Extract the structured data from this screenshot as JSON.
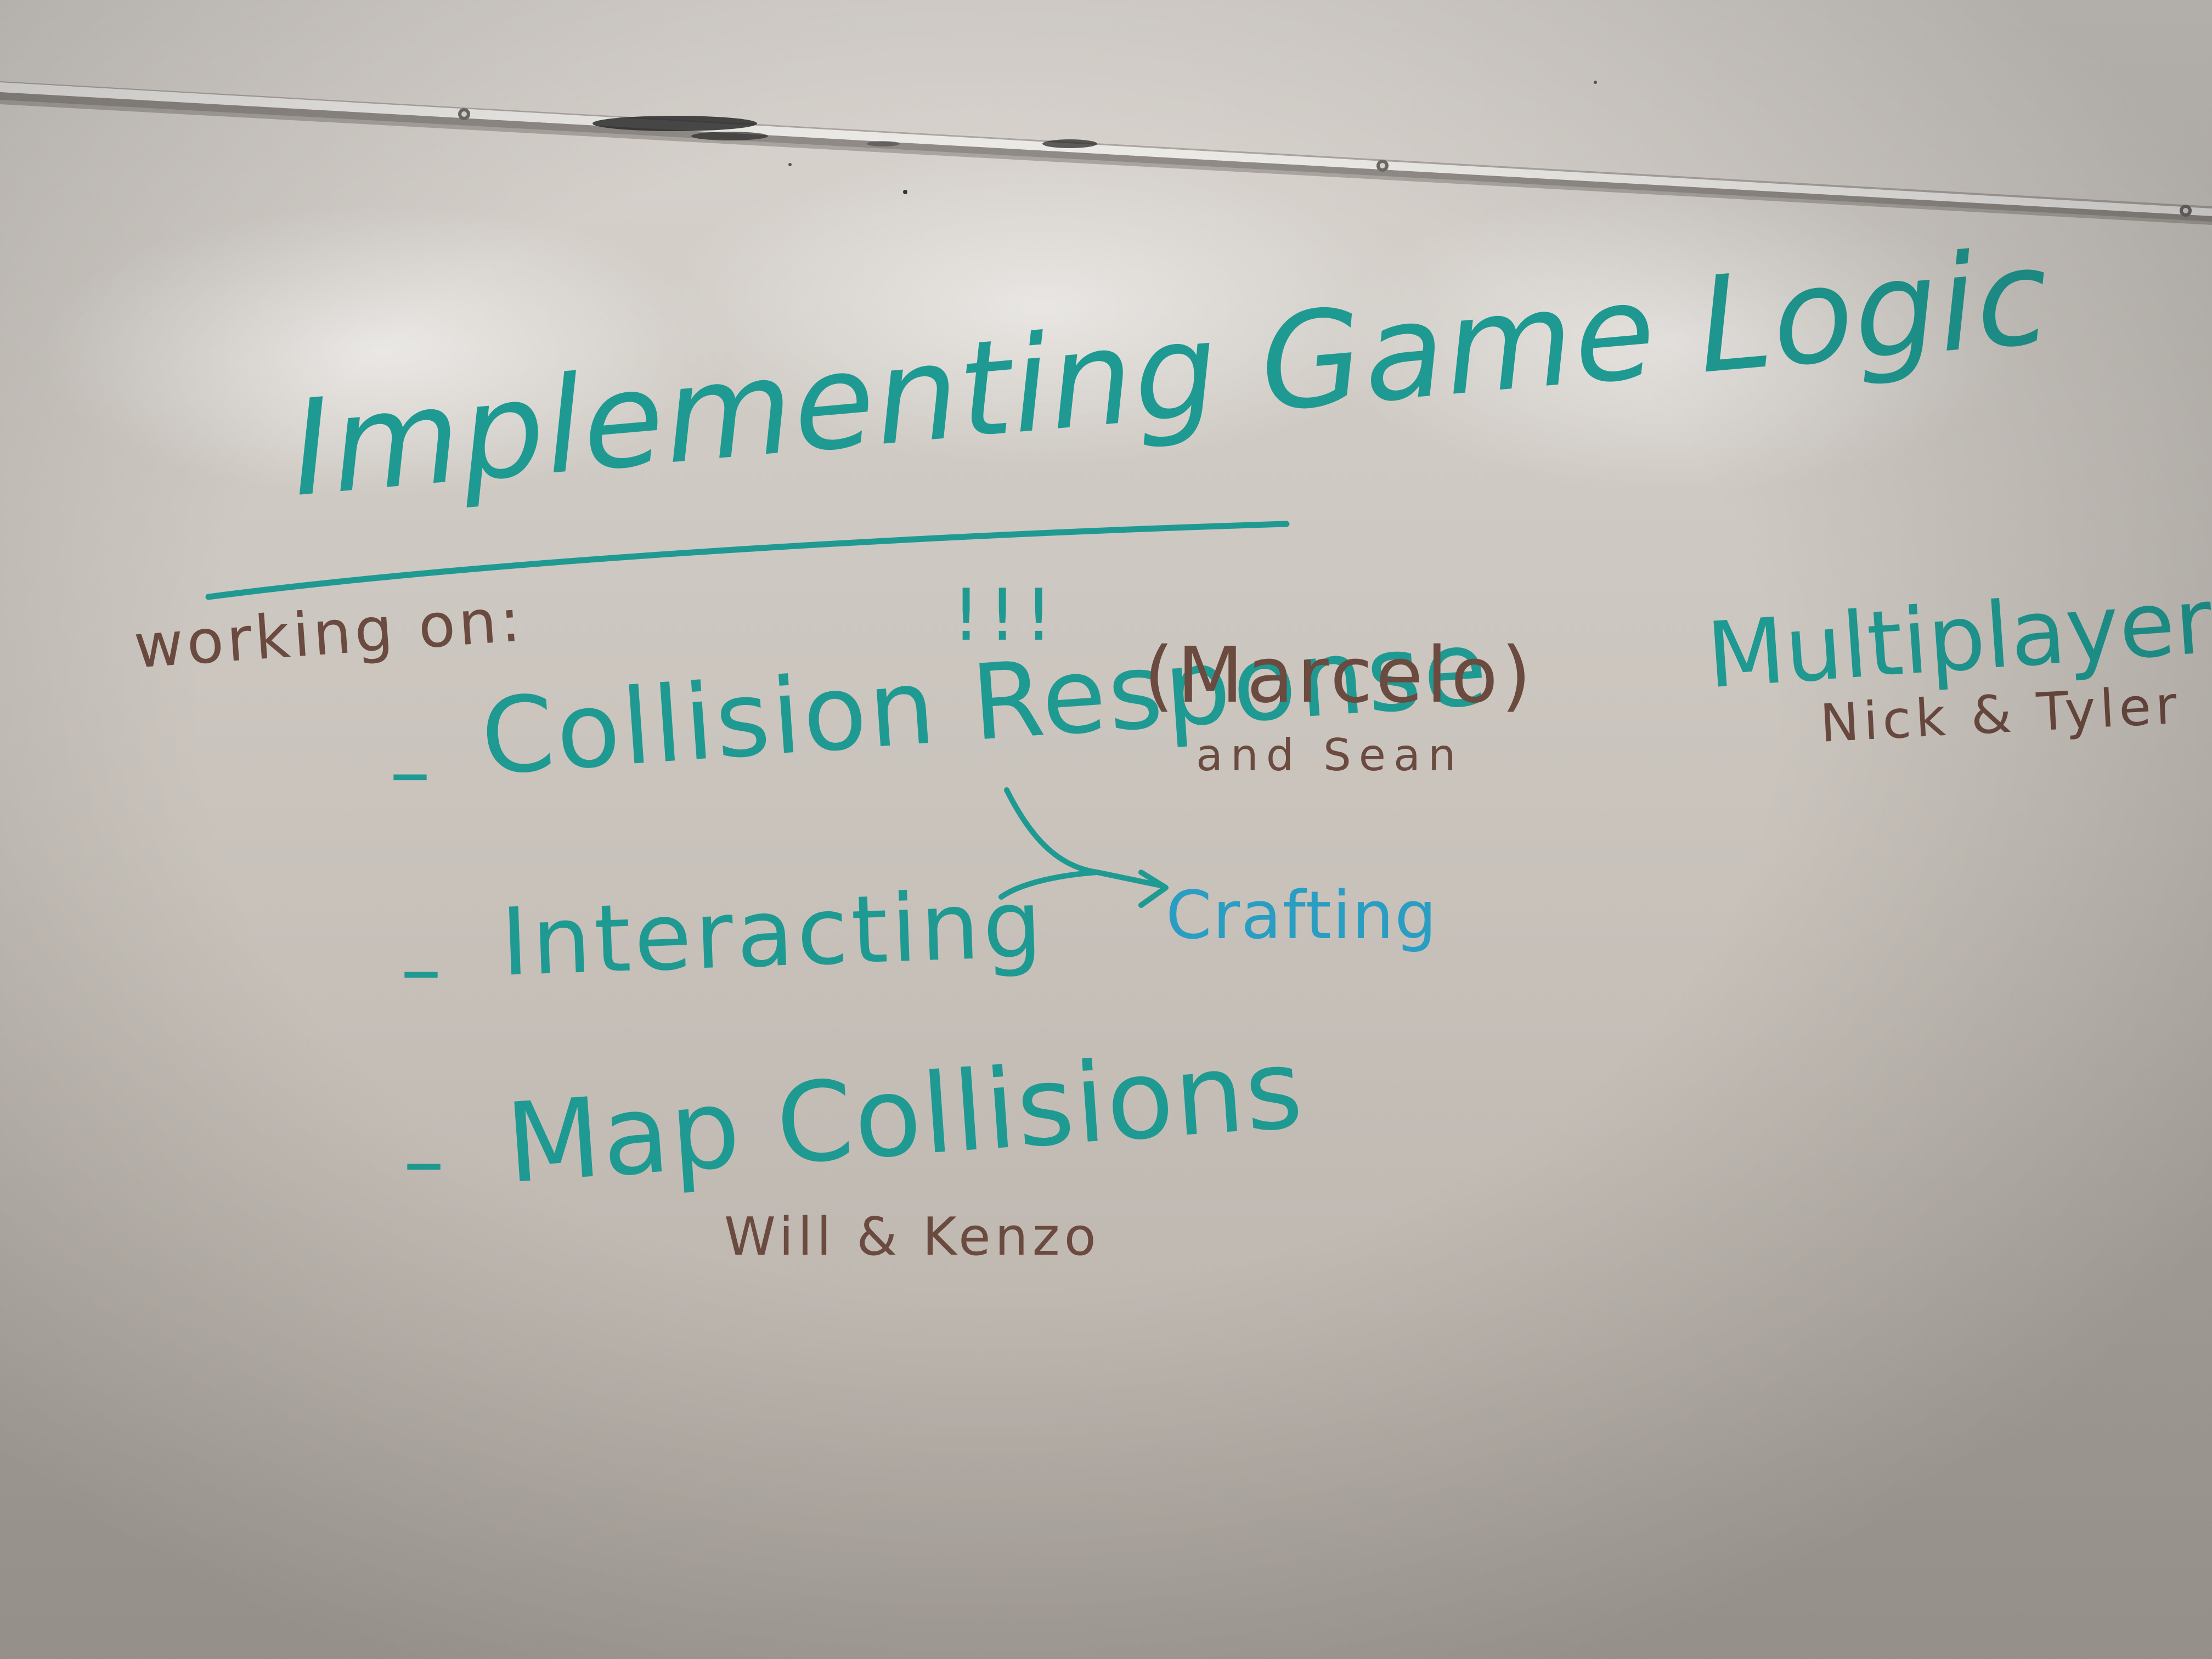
{
  "board": {
    "title": "Implementing Game Logic",
    "subtitle": "working on:",
    "items": [
      {
        "bullet": "–",
        "label": "Collision Response",
        "marks": "!!!",
        "assignee": "(Marcelo)",
        "assignee_extra": "and Sean"
      },
      {
        "bullet": "–",
        "label": "Interacting",
        "next": "Crafting"
      },
      {
        "bullet": "–",
        "label": "Map Collisions",
        "assignee": "Will & Kenzo"
      }
    ],
    "side_topic": {
      "label": "Multiplayer",
      "assignee": "Nick & Tyler"
    }
  },
  "colors": {
    "green_marker": "#1f9a92",
    "brown_marker": "#6b4a40",
    "blue_marker": "#2a9ec2",
    "board": "#d1ccc6"
  }
}
